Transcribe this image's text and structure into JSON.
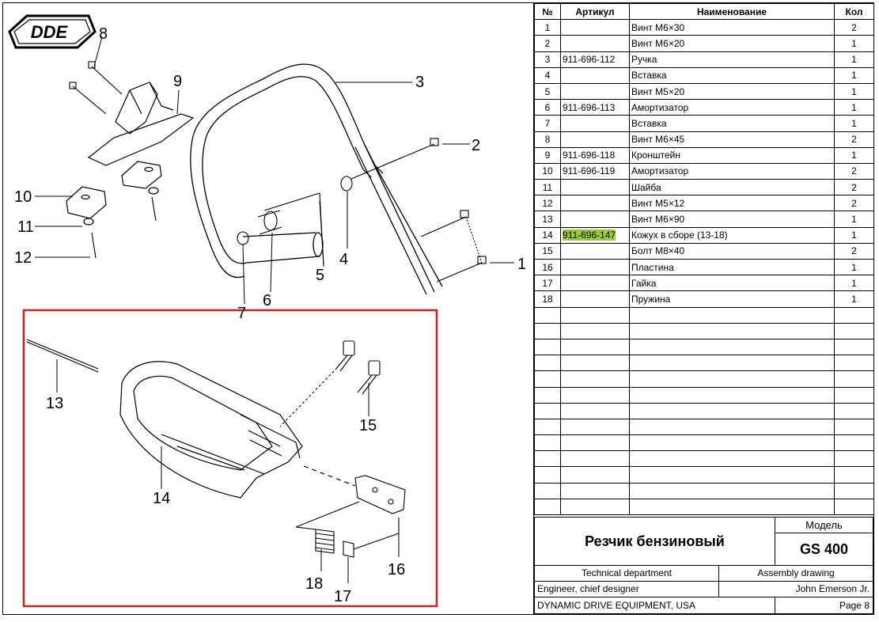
{
  "logo": "DDE",
  "table": {
    "headers": {
      "no": "№",
      "article": "Артикул",
      "name": "Наименование",
      "qty": "Кол"
    },
    "rows": [
      {
        "no": "1",
        "article": "",
        "name": "Винт М6×30",
        "qty": "2"
      },
      {
        "no": "2",
        "article": "",
        "name": "Винт М6×20",
        "qty": "1"
      },
      {
        "no": "3",
        "article": "911-696-112",
        "name": "Ручка",
        "qty": "1"
      },
      {
        "no": "4",
        "article": "",
        "name": "Вставка",
        "qty": "1"
      },
      {
        "no": "5",
        "article": "",
        "name": "Винт М5×20",
        "qty": "1"
      },
      {
        "no": "6",
        "article": "911-696-113",
        "name": "Амортизатор",
        "qty": "1"
      },
      {
        "no": "7",
        "article": "",
        "name": "Вставка",
        "qty": "1"
      },
      {
        "no": "8",
        "article": "",
        "name": "Винт М6×45",
        "qty": "2"
      },
      {
        "no": "9",
        "article": "911-696-118",
        "name": "Кронштейн",
        "qty": "1"
      },
      {
        "no": "10",
        "article": "911-696-119",
        "name": "Амортизатор",
        "qty": "2"
      },
      {
        "no": "11",
        "article": "",
        "name": "Шайба",
        "qty": "2"
      },
      {
        "no": "12",
        "article": "",
        "name": "Винт М5×12",
        "qty": "2"
      },
      {
        "no": "13",
        "article": "",
        "name": "Винт М6×90",
        "qty": "1"
      },
      {
        "no": "14",
        "article": "911-696-147",
        "name": "Кожух в сборе (13-18)",
        "qty": "1",
        "highlight": true
      },
      {
        "no": "15",
        "article": "",
        "name": "Болт М8×40",
        "qty": "2"
      },
      {
        "no": "16",
        "article": "",
        "name": "Пластина",
        "qty": "1"
      },
      {
        "no": "17",
        "article": "",
        "name": "Гайка",
        "qty": "1"
      },
      {
        "no": "18",
        "article": "",
        "name": "Пружина",
        "qty": "1"
      }
    ],
    "empty_rows": 13
  },
  "title_block": {
    "product": "Резчик бензиновый",
    "model_label": "Модель",
    "model": "GS 400",
    "department": "Technical department",
    "drawing_type": "Assembly drawing",
    "role": "Engineer, chief designer",
    "engineer": "John Emerson Jr.",
    "company": "DYNAMIC DRIVE EQUIPMENT, USA",
    "page": "Page 8"
  },
  "callouts": [
    "1",
    "2",
    "3",
    "4",
    "5",
    "6",
    "7",
    "8",
    "9",
    "10",
    "11",
    "12",
    "13",
    "14",
    "15",
    "16",
    "17",
    "18"
  ],
  "colors": {
    "highlight": "#9acd32",
    "selection_box": "#cc1f1f",
    "line": "#000000"
  }
}
